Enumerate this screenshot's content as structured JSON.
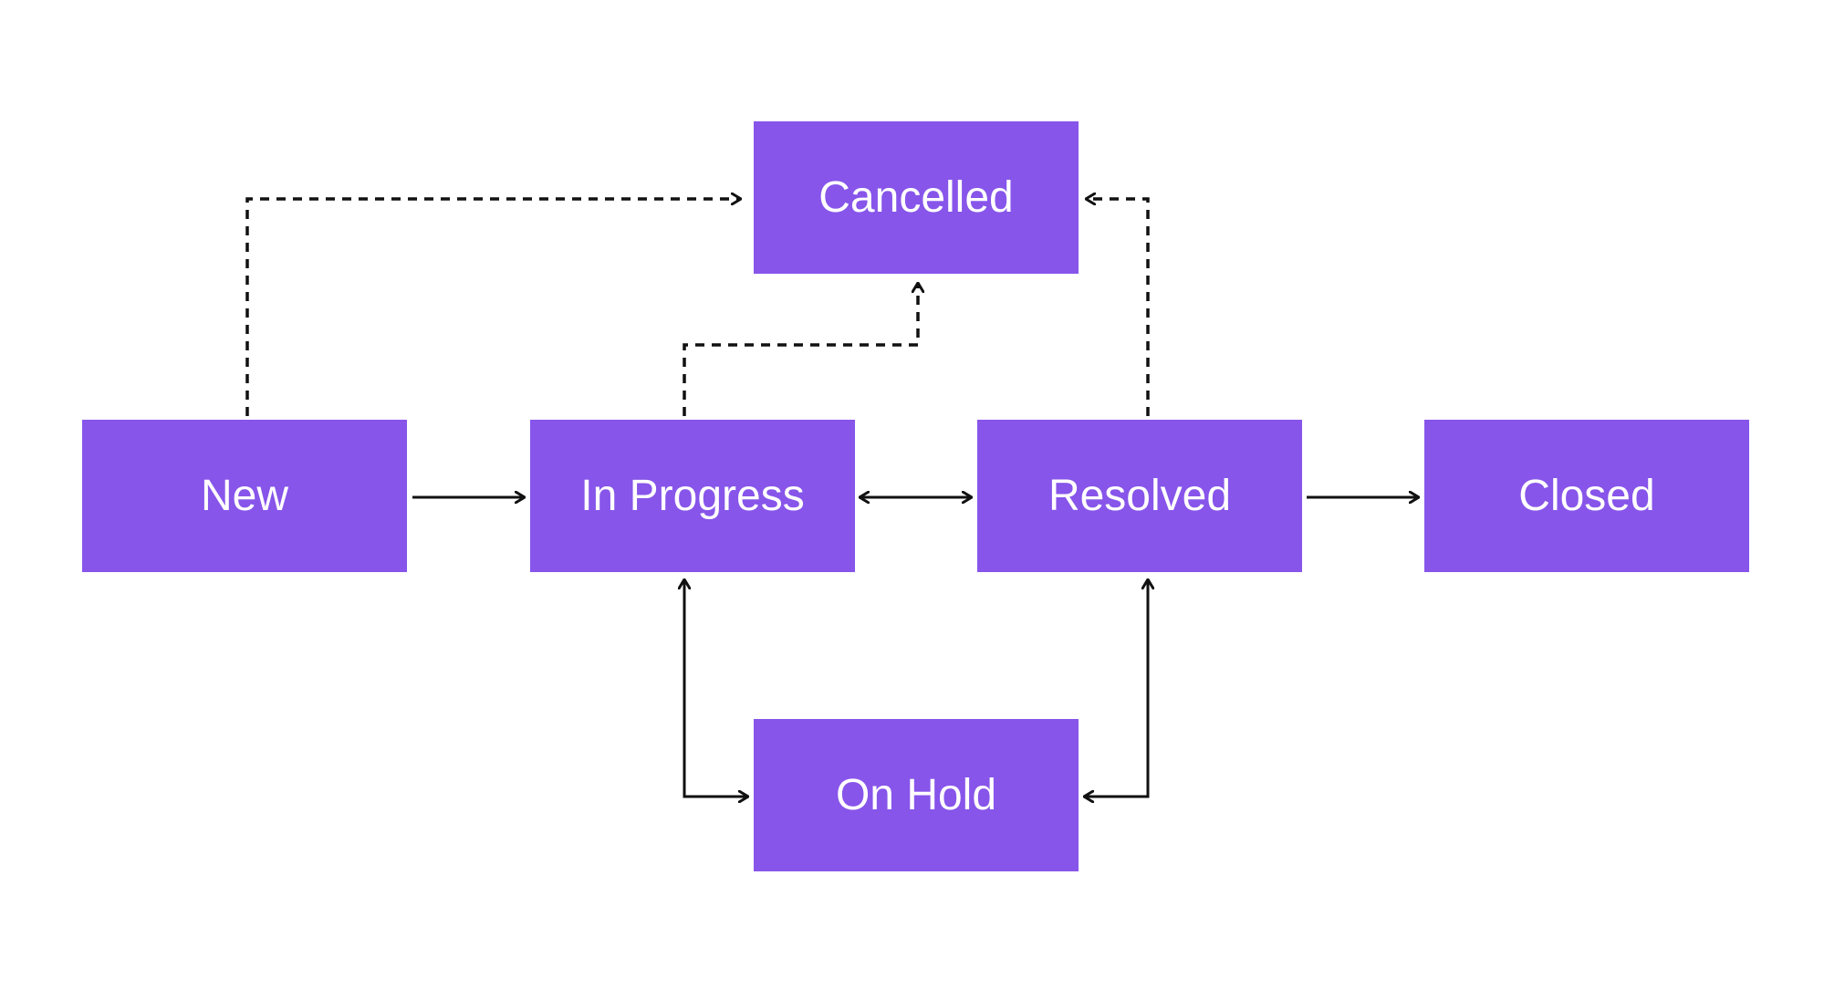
{
  "colors": {
    "node_fill": "#8755EA",
    "node_text": "#FFFFFF",
    "connector": "#111111",
    "background": "#FFFFFF"
  },
  "nodes": {
    "cancelled": "Cancelled",
    "new": "New",
    "in_progress": "In Progress",
    "resolved": "Resolved",
    "closed": "Closed",
    "on_hold": "On Hold"
  },
  "edges": [
    {
      "from": "New",
      "to": "In Progress",
      "style": "solid",
      "bidirectional": false
    },
    {
      "from": "In Progress",
      "to": "Resolved",
      "style": "solid",
      "bidirectional": true
    },
    {
      "from": "Resolved",
      "to": "Closed",
      "style": "solid",
      "bidirectional": false
    },
    {
      "from": "In Progress",
      "to": "On Hold",
      "style": "solid",
      "bidirectional": true
    },
    {
      "from": "On Hold",
      "to": "Resolved",
      "style": "solid",
      "bidirectional": true
    },
    {
      "from": "New",
      "to": "Cancelled",
      "style": "dashed",
      "bidirectional": false
    },
    {
      "from": "In Progress",
      "to": "Cancelled",
      "style": "dashed",
      "bidirectional": false
    },
    {
      "from": "Resolved",
      "to": "Cancelled",
      "style": "dashed",
      "bidirectional": false
    }
  ]
}
